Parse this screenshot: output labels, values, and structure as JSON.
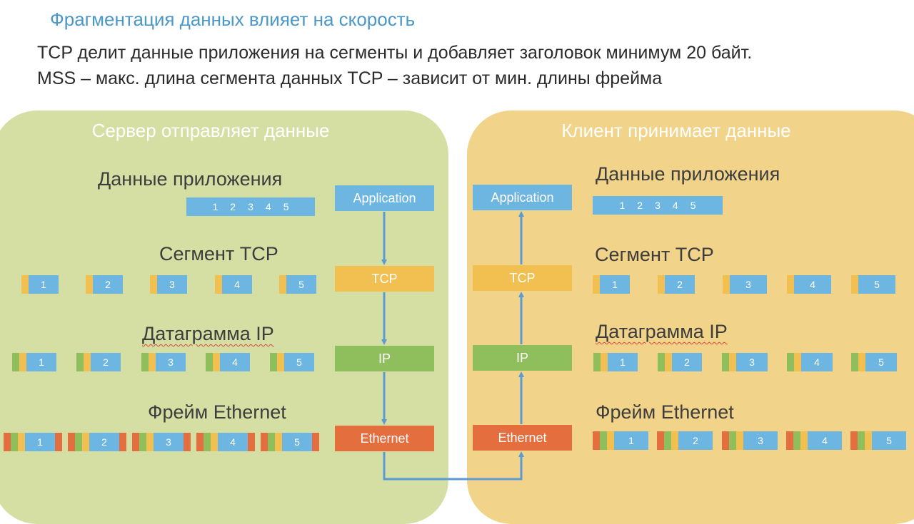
{
  "slide": {
    "title": "Фрагментация данных влияет на скорость",
    "line1": "TCP делит данные приложения на сегменты и добавляет заголовок минимум 20 байт.",
    "line2": "MSS – макс. длина сегмента данных TCP – зависит от мин. длины фрейма"
  },
  "server": {
    "title": "Сервер отправляет данные",
    "app_label": "Данные приложения",
    "tcp_label": "Сегмент TCP",
    "ip_label": "Датаграмма IP",
    "eth_label": "Фрейм Ethernet"
  },
  "client": {
    "title": "Клиент принимает данные",
    "app_label": "Данные приложения",
    "tcp_label": "Сегмент TCP",
    "ip_label": "Датаграмма IP",
    "eth_label": "Фрейм Ethernet"
  },
  "layers": {
    "application": "Application",
    "tcp": "TCP",
    "ip": "IP",
    "ethernet": "Ethernet"
  },
  "segments": [
    "1",
    "2",
    "3",
    "4",
    "5"
  ],
  "colors": {
    "data": "#6eb6e2",
    "tcp_header": "#f2c050",
    "ip_header": "#8fbf5c",
    "eth_header": "#e56e3f",
    "server_panel": "#d5dfa3",
    "client_panel": "#f1d48a",
    "arrow": "#5b9bd5"
  }
}
